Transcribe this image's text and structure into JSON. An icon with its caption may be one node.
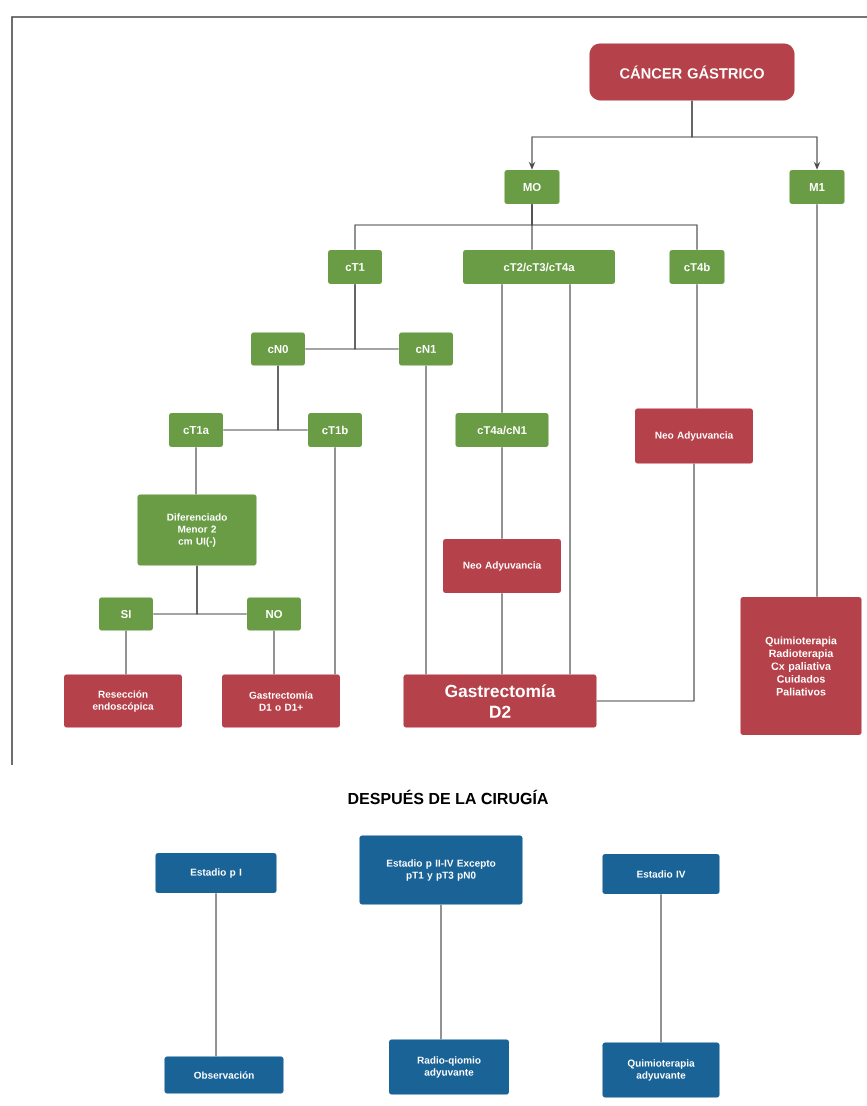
{
  "diagram": {
    "nodes": [
      {
        "text": [
          "CÁNCER GÁSTRICO"
        ]
      },
      {
        "text": [
          "MO"
        ]
      },
      {
        "text": [
          "M1"
        ]
      },
      {
        "text": [
          "cT1"
        ]
      },
      {
        "text": [
          "cT2/cT3/cT4a"
        ]
      },
      {
        "text": [
          "cT4b"
        ]
      },
      {
        "text": [
          "cN0"
        ]
      },
      {
        "text": [
          "cN1"
        ]
      },
      {
        "text": [
          "cT1a"
        ]
      },
      {
        "text": [
          "cT1b"
        ]
      },
      {
        "text": [
          "cT4a/cN1"
        ]
      },
      {
        "text": [
          "Neo Adyuvancia"
        ]
      },
      {
        "text": [
          "Diferenciado Menor 2 cm UI(-)"
        ]
      },
      {
        "text": [
          "Neo Adyuvancia"
        ]
      },
      {
        "text": [
          "SI"
        ]
      },
      {
        "text": [
          "NO"
        ]
      },
      {
        "text": [
          "Resección endoscópica"
        ]
      },
      {
        "text": [
          "Gastrectomía D1 o D1+"
        ]
      },
      {
        "text": [
          "Gastrectomía D2"
        ]
      },
      {
        "text": [
          "Quimioterapia Radioterapia Cx paliativa Cuidados Paliativos"
        ]
      },
      {
        "text": [
          "Estadio p I"
        ]
      },
      {
        "text": [
          "Estadio p II-IV Excepto pT1 y pT3 pN0"
        ]
      },
      {
        "text": [
          "Estadio IV"
        ]
      },
      {
        "text": [
          "Observación"
        ]
      },
      {
        "text": [
          "Radio-qiomio adyuvante"
        ]
      },
      {
        "text": [
          "Quimioterapia adyuvante"
        ]
      }
    ],
    "edges": [
      {
        "from": 0,
        "to": 1,
        "arrow": "to"
      },
      {
        "from": 0,
        "to": 2,
        "arrow": "to"
      },
      {
        "from": 1,
        "to": 3,
        "arrow": "none"
      },
      {
        "from": 1,
        "to": 4,
        "arrow": "none"
      },
      {
        "from": 1,
        "to": 5,
        "arrow": "none"
      },
      {
        "from": 3,
        "to": 6,
        "arrow": "none"
      },
      {
        "from": 3,
        "to": 7,
        "arrow": "none"
      },
      {
        "from": 6,
        "to": 8,
        "arrow": "none"
      },
      {
        "from": 6,
        "to": 9,
        "arrow": "none"
      },
      {
        "from": 8,
        "to": 12,
        "arrow": "none"
      },
      {
        "from": 12,
        "to": 14,
        "arrow": "none"
      },
      {
        "from": 12,
        "to": 15,
        "arrow": "none"
      },
      {
        "from": 14,
        "to": 16,
        "arrow": "none"
      },
      {
        "from": 15,
        "to": 17,
        "arrow": "none"
      },
      {
        "from": 9,
        "to": 17,
        "arrow": "none"
      },
      {
        "from": 7,
        "to": 18,
        "arrow": "none"
      },
      {
        "from": 4,
        "to": 10,
        "arrow": "none"
      },
      {
        "from": 10,
        "to": 13,
        "arrow": "none"
      },
      {
        "from": 13,
        "to": 18,
        "arrow": "none"
      },
      {
        "from": 4,
        "to": 18,
        "arrow": "none"
      },
      {
        "from": 5,
        "to": 11,
        "arrow": "none"
      },
      {
        "from": 11,
        "to": 18,
        "arrow": "none"
      },
      {
        "from": 2,
        "to": 19,
        "arrow": "none"
      },
      {
        "from": 20,
        "to": 23,
        "arrow": "none"
      },
      {
        "from": 21,
        "to": 24,
        "arrow": "none"
      },
      {
        "from": 22,
        "to": 25,
        "arrow": "none"
      }
    ],
    "labels": [
      "DESPUÉS DE LA CIRUGÍA"
    ]
  }
}
